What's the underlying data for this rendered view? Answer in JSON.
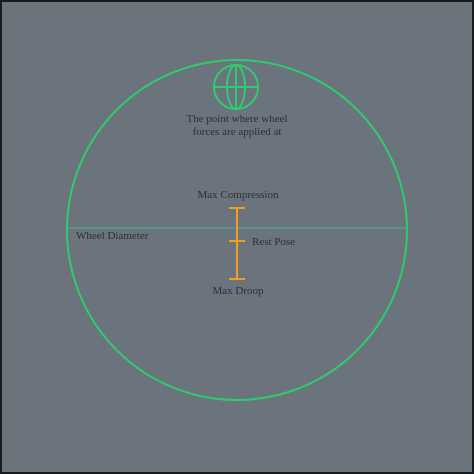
{
  "diagram": {
    "force_point_label_line1": "The point where wheel",
    "force_point_label_line2": "forces are applied at",
    "max_compression_label": "Max Compression",
    "rest_pose_label": "Rest Pose",
    "max_droop_label": "Max Droop",
    "wheel_diameter_label": "Wheel Diameter"
  },
  "colors": {
    "background": "#6b737d",
    "wheel_outline": "#2ecc71",
    "diameter_line": "#3ebd8a",
    "suspension": "#f0a020",
    "text": "#2b2f35",
    "border": "#1a1a1a"
  },
  "icons": {
    "force_point": "globe-icon"
  }
}
